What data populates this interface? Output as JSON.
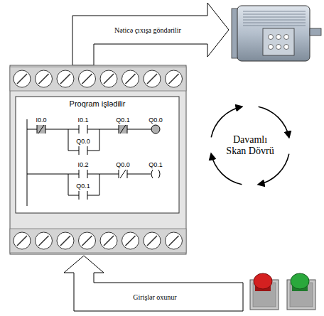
{
  "diagram": {
    "nodes": [
      {
        "text": [
          "Proqram işlədilir"
        ]
      },
      {
        "text": [
          "Davamlı Skan Dövrü"
        ]
      }
    ],
    "labels": [
      "Nəticə çıxışa göndərilir",
      "I0.0",
      "I0.1",
      "Q0.1",
      "Q0.0",
      "Q0.0",
      "I0.2",
      "Q0.0",
      "Q0.1",
      "Q0.1",
      "Girişlər oxunur"
    ]
  }
}
